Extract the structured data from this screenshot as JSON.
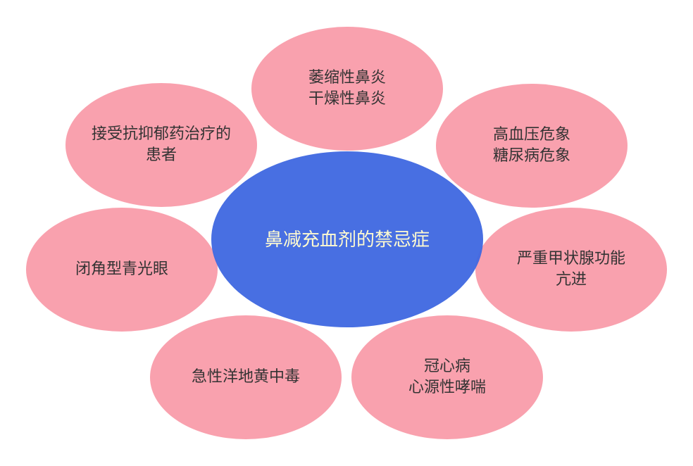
{
  "colors": {
    "center": "#4169E1",
    "node": "#F9A1AE",
    "text": "#333333",
    "center_text": "#FFFBD0"
  },
  "center": {
    "label": "鼻减充血剂的禁忌症"
  },
  "nodes": [
    {
      "line1": "萎缩性鼻炎",
      "line2": "干燥性鼻炎"
    },
    {
      "line1": "高血压危象",
      "line2": "糖尿病危象"
    },
    {
      "line1": "严重甲状腺功能",
      "line2": "亢进"
    },
    {
      "line1": "冠心病",
      "line2": "心源性哮喘"
    },
    {
      "line1": "急性洋地黄中毒",
      "line2": ""
    },
    {
      "line1": "闭角型青光眼",
      "line2": ""
    },
    {
      "line1": "接受抗抑郁药治疗的",
      "line2": "患者"
    }
  ]
}
